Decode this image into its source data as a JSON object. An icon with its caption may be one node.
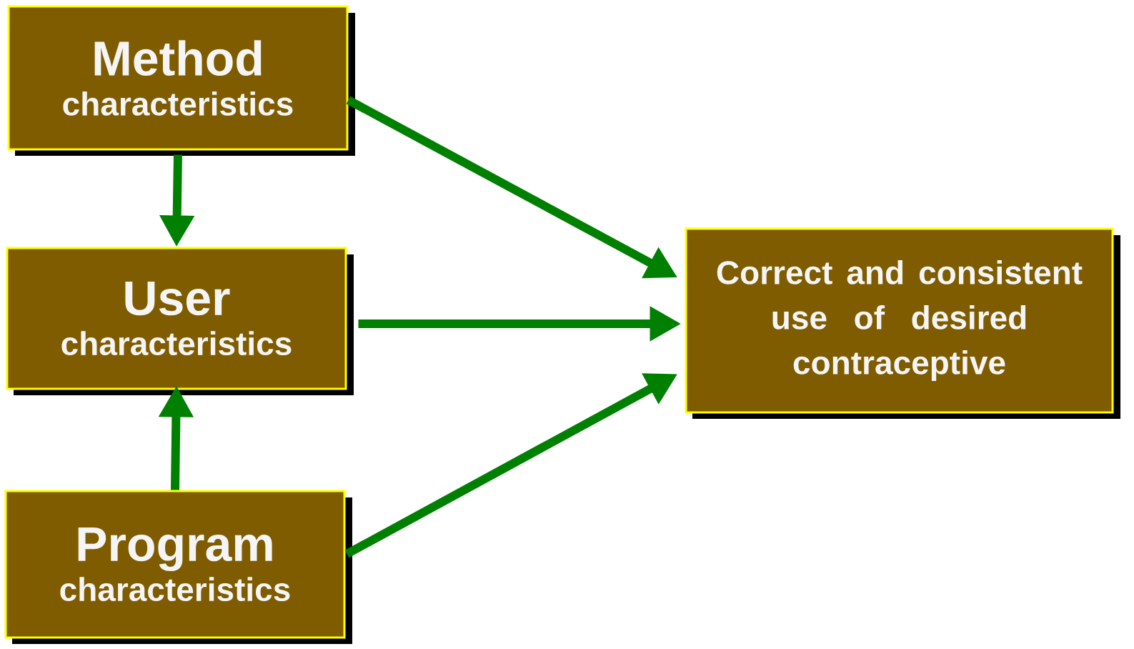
{
  "diagram": {
    "nodes": [
      {
        "text": [
          "Method",
          "characteristics"
        ]
      },
      {
        "text": [
          "User",
          "characteristics"
        ]
      },
      {
        "text": [
          "Program",
          "characteristics"
        ]
      },
      {
        "text": [
          "Correct and consistent use of desired contraceptive"
        ]
      }
    ],
    "edges": [
      {
        "from": 0,
        "to": 1,
        "arrow": "to"
      },
      {
        "from": 2,
        "to": 1,
        "arrow": "to"
      },
      {
        "from": 0,
        "to": 3,
        "arrow": "to"
      },
      {
        "from": 1,
        "to": 3,
        "arrow": "to"
      },
      {
        "from": 2,
        "to": 3,
        "arrow": "to"
      }
    ]
  }
}
